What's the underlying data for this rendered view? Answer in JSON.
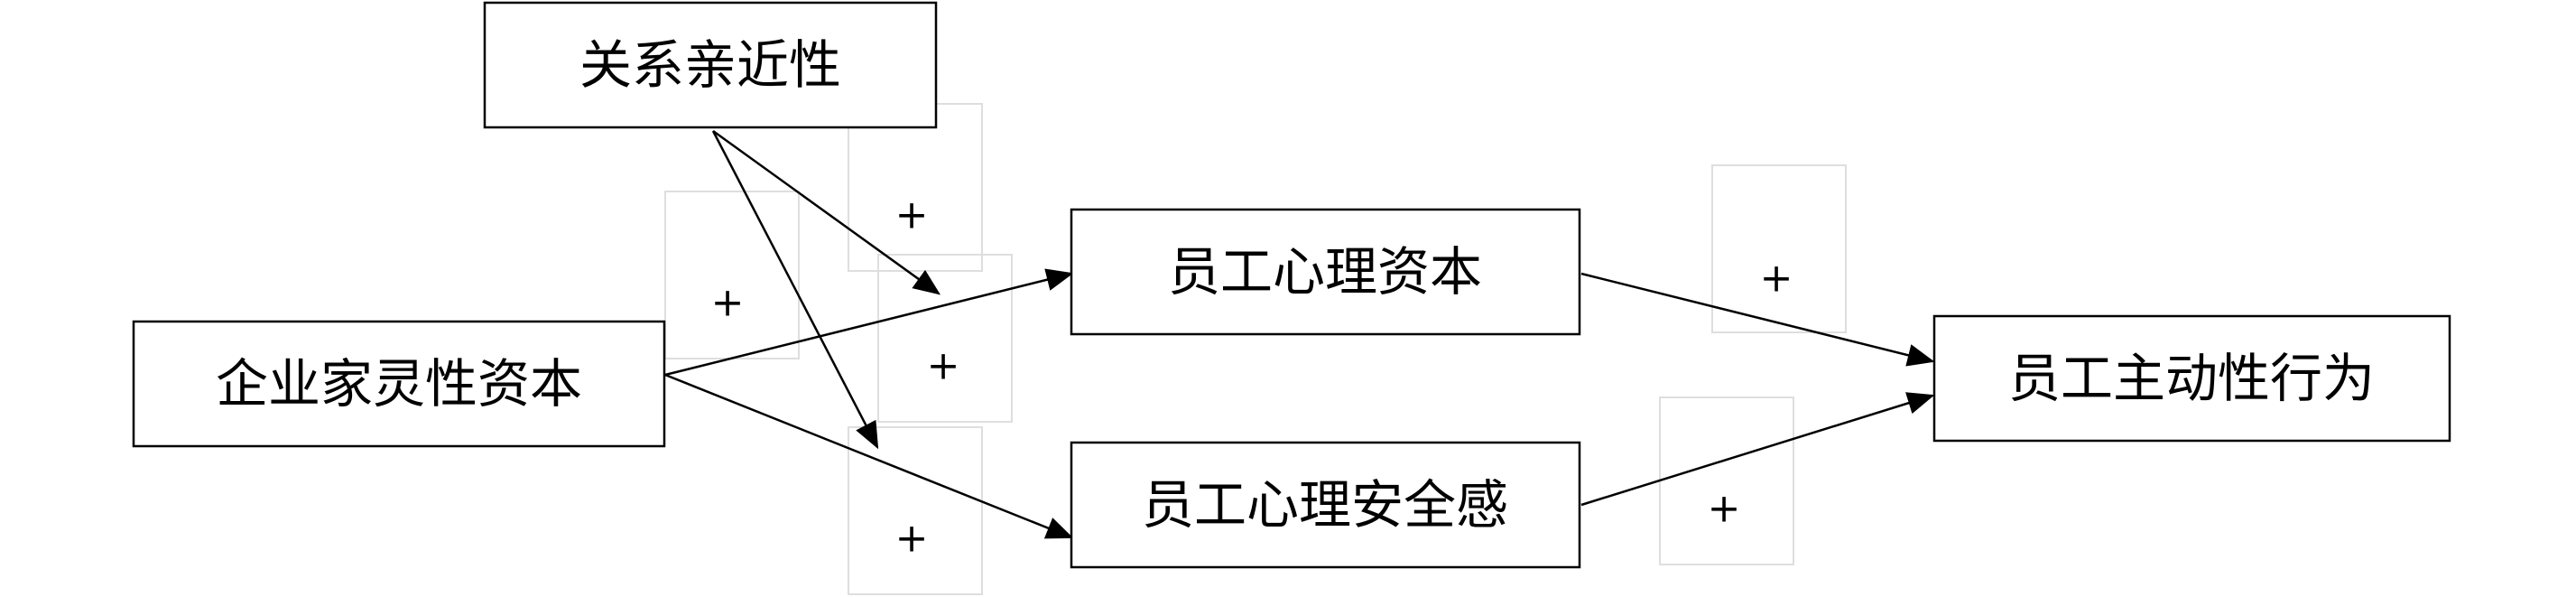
{
  "nodes": {
    "relation_proximity": "关系亲近性",
    "entrepreneur_spiritual_capital": "企业家灵性资本",
    "employee_psychological_capital": "员工心理资本",
    "employee_psychological_safety": "员工心理安全感",
    "employee_proactive_behavior": "员工主动性行为"
  },
  "signs": {
    "spiritual_to_psych_capital": "+",
    "spiritual_to_safety": "+",
    "moderation_on_capital": "+",
    "moderation_on_safety": "+",
    "capital_to_proactive": "+",
    "safety_to_proactive": "+"
  },
  "colors": {
    "line": "#000000",
    "sign_box": "#dedede"
  }
}
